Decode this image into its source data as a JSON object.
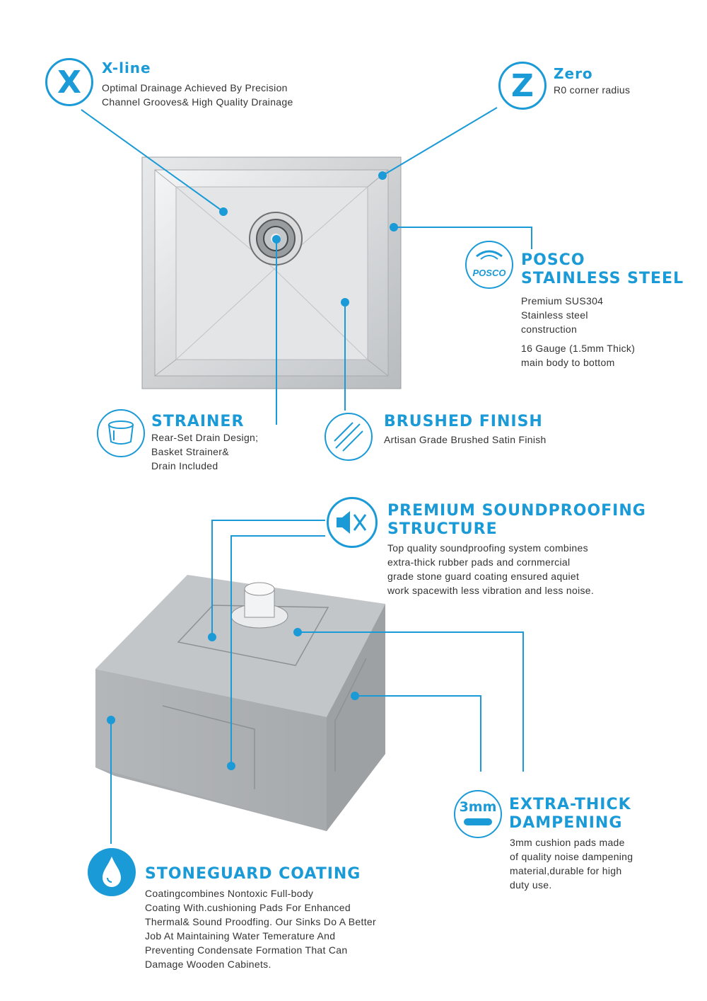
{
  "colors": {
    "accent": "#1a9ad6",
    "text": "#333333",
    "steel": "#c8cacc"
  },
  "features": {
    "xline": {
      "icon": "X",
      "title": "X-line",
      "text": "Optimal Drainage Achieved By Precision\nChannel Grooves& High Quality Drainage"
    },
    "zero": {
      "icon": "Z",
      "title": "Zero",
      "text": "R0 corner radius"
    },
    "posco": {
      "icon": "POSCO",
      "title1": "POSCO",
      "title2": "STAINLESS STEEL",
      "text1": "Premium SUS304\nStainless steel\nconstruction",
      "text2": "16 Gauge (1.5mm Thick)\nmain body to bottom"
    },
    "strainer": {
      "title": "STRAINER",
      "text": "Rear-Set Drain Design;\nBasket Strainer&\nDrain Included"
    },
    "brushed": {
      "title": "BRUSHED FINISH",
      "text": "Artisan Grade Brushed Satin Finish"
    },
    "soundproofing": {
      "title1": "PREMIUM SOUNDPROOFING",
      "title2": "STRUCTURE",
      "text": "Top quality soundproofing system combines\nextra-thick rubber pads and cornmercial\ngrade stone guard coating ensured aquiet\nwork spacewith less vibration and less noise."
    },
    "dampening": {
      "icon": "3mm",
      "title1": "EXTRA-THICK",
      "title2": "DAMPENING",
      "text": "3mm cushion pads made\nof quality noise dampening\nmaterial,durable for high\nduty use."
    },
    "stoneguard": {
      "title": "STONEGUARD COATING",
      "text": "Coatingcombines Nontoxic Full-body\nCoating With.cushioning Pads For Enhanced\nThermal& Sound Proodfing. Our Sinks Do A Better\nJob At Maintaining Water Temerature And\nPreventing Condensate Formation That Can\nDamage Wooden Cabinets."
    }
  }
}
